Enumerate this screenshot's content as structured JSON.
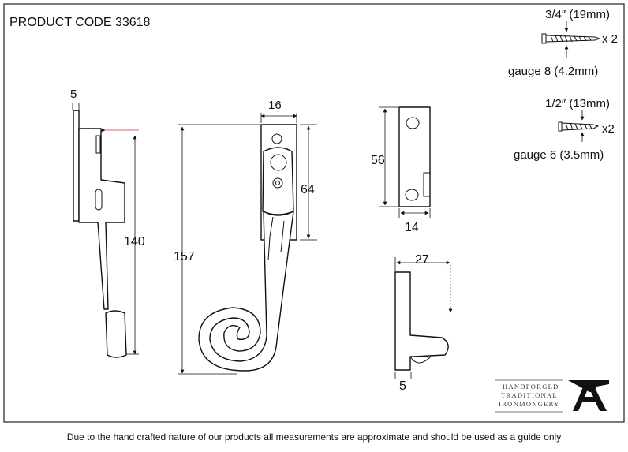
{
  "product": {
    "code_label": "PRODUCT CODE 33618"
  },
  "screws": {
    "large": {
      "length": "3/4″ (19mm)",
      "quantity": "x 2",
      "gauge": "gauge 8 (4.2mm)"
    },
    "small": {
      "length": "1/2″ (13mm)",
      "quantity": "x2",
      "gauge": "gauge 6 (3.5mm)"
    }
  },
  "dimensions": {
    "side_plate_thickness": "5",
    "side_height": "140",
    "front_width": "16",
    "front_plate_height": "64",
    "overall_height": "157",
    "keep_height": "56",
    "keep_width": "14",
    "pin_projection": "27",
    "pin_plate_thickness": "5"
  },
  "brand": {
    "lines": [
      "HANDFORGED",
      "TRADITIONAL",
      "IRONMONGERY"
    ],
    "logo_mark": "A"
  },
  "footer": {
    "disclaimer": "Due to the hand crafted nature of our products all measurements are approximate and should be used as a guide only"
  },
  "colors": {
    "line": "#111111",
    "leader": "#c23a3a",
    "background": "#ffffff"
  }
}
